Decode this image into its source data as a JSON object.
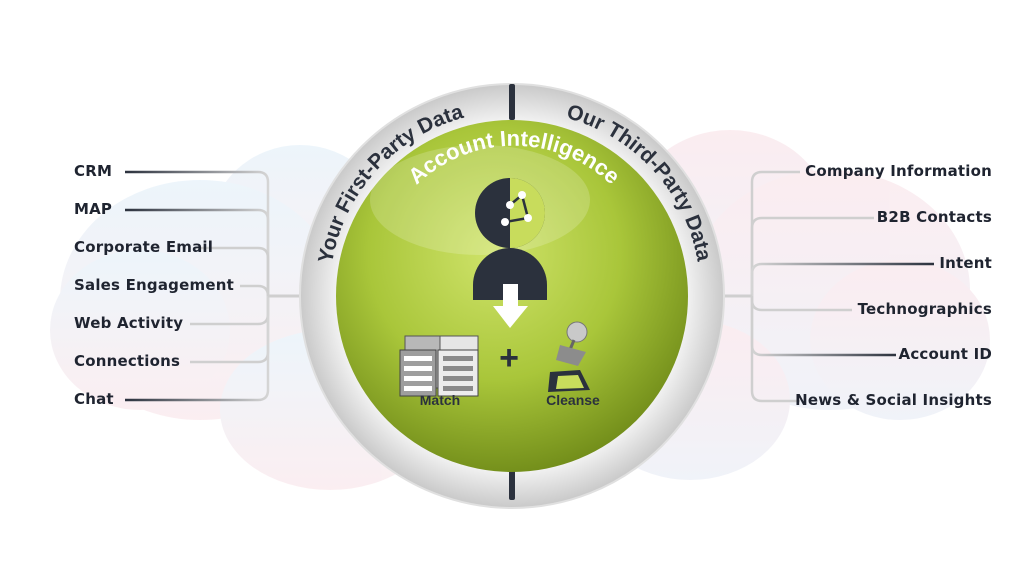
{
  "ring": {
    "left_arc": "Your First-Party Data",
    "right_arc": "Our Third-Party Data",
    "title_arc": "Account Intelligence"
  },
  "left_items": [
    "CRM",
    "MAP",
    "Corporate Email",
    "Sales Engagement",
    "Web Activity",
    "Connections",
    "Chat"
  ],
  "right_items": [
    "Company Information",
    "B2B Contacts",
    "Intent",
    "Technographics",
    "Account ID",
    "News & Social Insights"
  ],
  "center": {
    "match_label": "Match",
    "cleanse_label": "Cleanse",
    "plus": "+"
  },
  "icons": [
    "person-network-icon",
    "arrow-down-icon",
    "data-table-icon",
    "cleanse-broom-icon"
  ],
  "colors": {
    "accent_green": "#a9c63a",
    "dark": "#2b313d",
    "ring_grey": "#d9d9d9",
    "cloud_pink": "#fbeef1",
    "cloud_blue": "#eef3fb"
  }
}
